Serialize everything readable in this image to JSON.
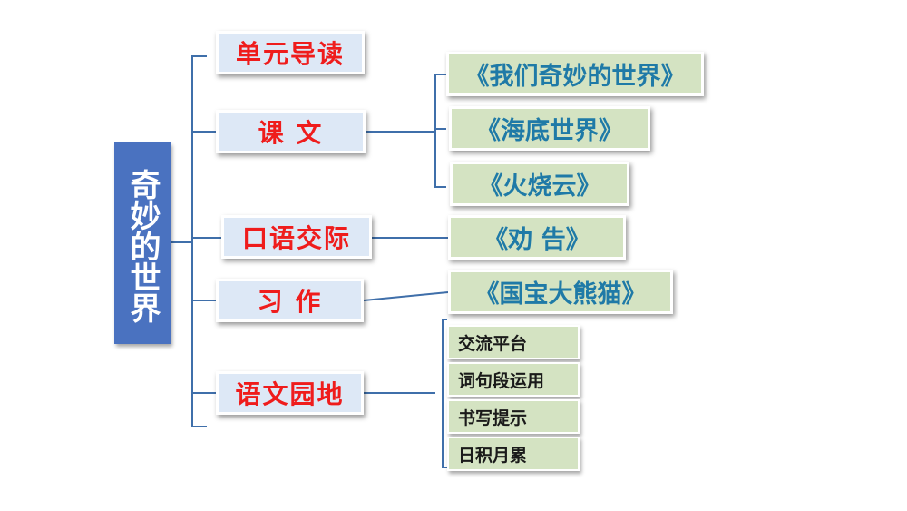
{
  "root": {
    "label": "奇妙的世界"
  },
  "categories": [
    {
      "label": "单元导读"
    },
    {
      "label": "课  文"
    },
    {
      "label": "口语交际"
    },
    {
      "label": "习  作"
    },
    {
      "label": "语文园地"
    }
  ],
  "lessons": [
    {
      "label": "《我们奇妙的世界》"
    },
    {
      "label": "《海底世界》"
    },
    {
      "label": "《火烧云》"
    },
    {
      "label": "《劝  告》"
    },
    {
      "label": "《国宝大熊猫》"
    }
  ],
  "garden_items": [
    {
      "label": "交流平台"
    },
    {
      "label": "词句段运用"
    },
    {
      "label": "书写提示"
    },
    {
      "label": "日积月累"
    }
  ],
  "colors": {
    "root_bg": "#4a72c0",
    "category_bg": "#dde8f6",
    "category_text": "#ef1c1c",
    "lesson_bg": "#d4e3c2",
    "lesson_text": "#1f7aa7",
    "line": "#3f6faa"
  }
}
